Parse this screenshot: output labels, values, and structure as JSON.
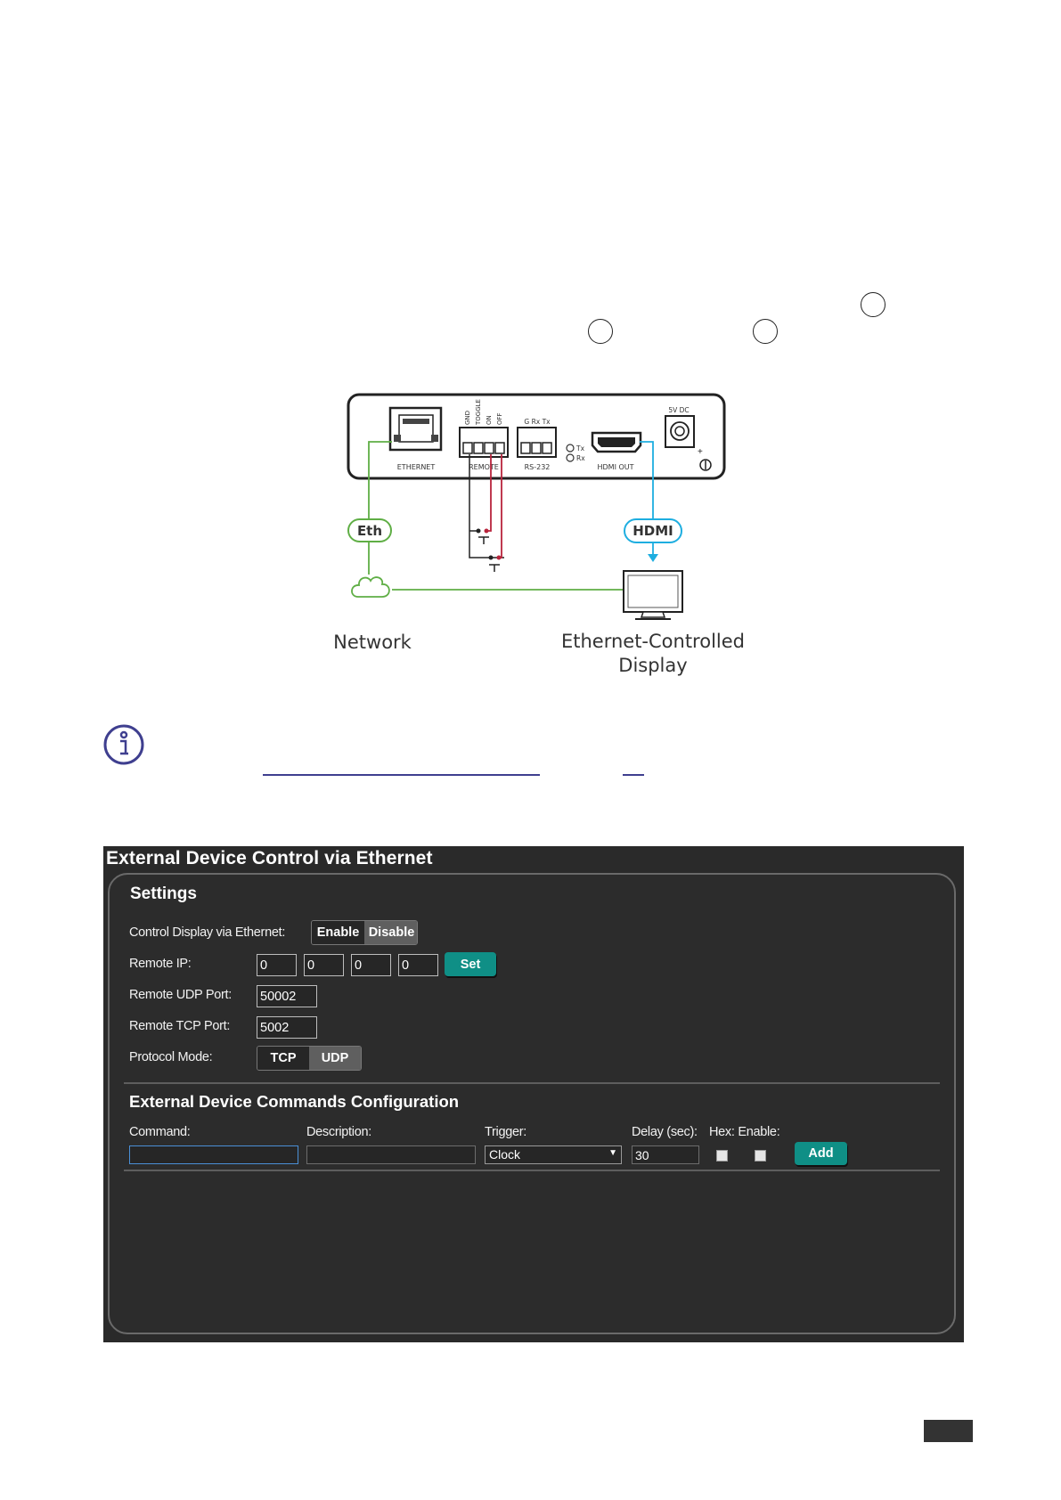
{
  "diagram": {
    "ports": {
      "ethernet": "ETHERNET",
      "remote": "REMOTE",
      "rs232": "RS-232",
      "hdmi_out": "HDMI   OUT",
      "dc": "5V DC",
      "remote_pins": [
        "GND",
        "TOGGLE",
        "ON",
        "OFF"
      ],
      "rs232_pins": "G  Rx  Tx",
      "tx": "Tx",
      "rx": "Rx"
    },
    "cables": {
      "eth": "Eth",
      "hdmi": "HDMI"
    },
    "devices": {
      "network": "Network",
      "display_line1": "Ethernet-Controlled",
      "display_line2": "Display"
    },
    "colors": {
      "eth_line": "#5fae45",
      "hdmi_line": "#1eaee0",
      "remote_line": "#b8243c"
    }
  },
  "ui": {
    "title": "External Device Control via Ethernet",
    "settings": {
      "heading": "Settings",
      "control_label": "Control Display via Ethernet:",
      "enable": "Enable",
      "disable": "Disable",
      "remote_ip_label": "Remote IP:",
      "ip": [
        "0",
        "0",
        "0",
        "0"
      ],
      "set": "Set",
      "udp_port_label": "Remote UDP Port:",
      "udp_port": "50002",
      "tcp_port_label": "Remote TCP Port:",
      "tcp_port": "5002",
      "protocol_label": "Protocol Mode:",
      "tcp": "TCP",
      "udp": "UDP"
    },
    "commands": {
      "heading": "External Device Commands Configuration",
      "command_label": "Command:",
      "description_label": "Description:",
      "trigger_label": "Trigger:",
      "trigger_value": "Clock",
      "delay_label": "Delay (sec):",
      "delay_value": "30",
      "hex_enable_label": "Hex: Enable:",
      "add": "Add"
    },
    "colors": {
      "accent": "#0f8f86",
      "panel": "#2a2a2a"
    }
  }
}
